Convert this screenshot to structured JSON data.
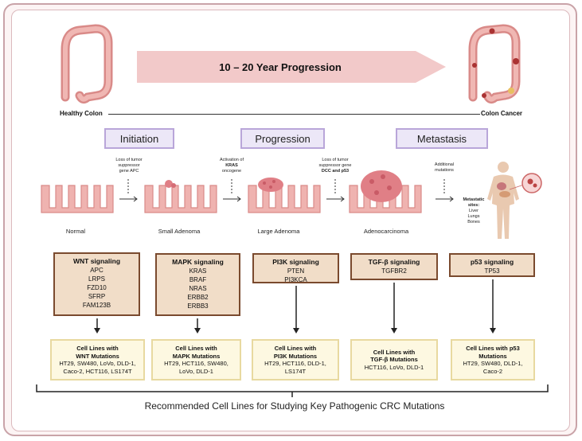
{
  "banner": {
    "title": "10 – 20 Year Progression"
  },
  "ends": {
    "left": "Healthy Colon",
    "right": "Colon Cancer"
  },
  "stages": [
    "Initiation",
    "Progression",
    "Metastasis"
  ],
  "transitions": [
    {
      "lines": [
        "Loss of tumor",
        "suppressor",
        "gene APC"
      ]
    },
    {
      "lines": [
        "Activation of",
        "KRAS",
        "oncogene"
      ]
    },
    {
      "lines": [
        "Loss of tumor",
        "suppressor gene",
        "DCC and p53"
      ]
    },
    {
      "lines": [
        "Additional",
        "mutations"
      ]
    }
  ],
  "tissues": [
    "Normal",
    "Small Adenoma",
    "Large Adenoma",
    "Adenocarcinoma"
  ],
  "metastatic": {
    "title": "Metastatic",
    "title2": "sites:",
    "sites": [
      "Liver",
      "Lungs",
      "Bones"
    ]
  },
  "signaling": [
    {
      "title": "WNT signaling",
      "genes": [
        "APC",
        "LRPS",
        "FZD10",
        "SFRP",
        "FAM123B"
      ]
    },
    {
      "title": "MAPK signaling",
      "genes": [
        "KRAS",
        "BRAF",
        "NRAS",
        "ERBB2",
        "ERBB3"
      ]
    },
    {
      "title": "PI3K signaling",
      "genes": [
        "PTEN",
        "PI3KCA"
      ]
    },
    {
      "title": "TGF-β signaling",
      "genes": [
        "TGFBR2"
      ]
    },
    {
      "title": "p53 signaling",
      "genes": [
        "TP53"
      ]
    }
  ],
  "cell_lines": [
    {
      "title": [
        "Cell Lines with",
        "WNT Mutations"
      ],
      "lines": [
        "HT29, SW480, LoVo, DLD-1,",
        "Caco-2, HCT116, LS174T"
      ]
    },
    {
      "title": [
        "Cell Lines with",
        "MAPK Mutations"
      ],
      "lines": [
        "HT29, HCT116, SW480,",
        "LoVo, DLD-1"
      ]
    },
    {
      "title": [
        "Cell Lines with",
        "PI3K Mutations"
      ],
      "lines": [
        "HT29, HCT116, DLD-1,",
        "LS174T"
      ]
    },
    {
      "title": [
        "Cell Lines with",
        "TGF-β Mutations"
      ],
      "lines": [
        "HCT116, LoVo, DLD-1"
      ]
    },
    {
      "title": [
        "Cell Lines with p53",
        "Mutations"
      ],
      "lines": [
        "HT29, SW480, DLD-1,",
        "Caco-2"
      ]
    }
  ],
  "footer": "Recommended Cell Lines for Studying Key Pathogenic CRC Mutations",
  "colors": {
    "banner": "#f2c9c9",
    "stage_border": "#b9a6d9",
    "signal_fill": "#f1ddc8",
    "signal_border": "#7a4a2e",
    "cell_fill": "#fdf8e1",
    "colon": "#e29a98",
    "tissue": "#efb3b0"
  }
}
